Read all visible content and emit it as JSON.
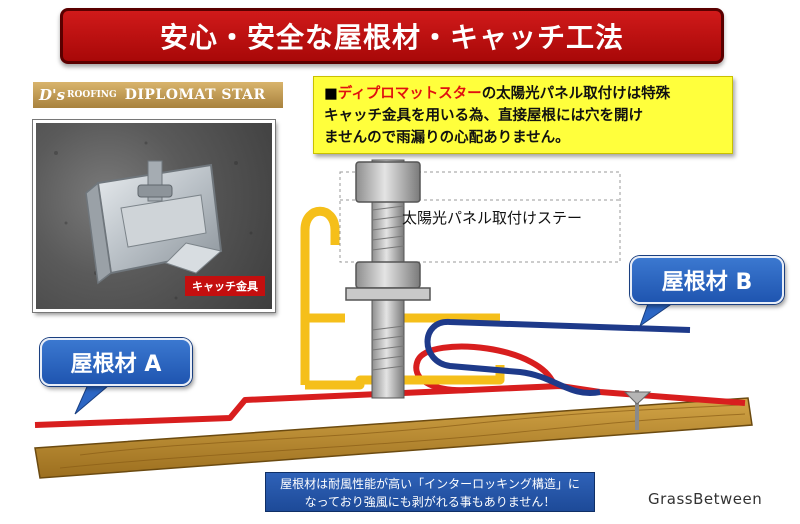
{
  "title": "安心・安全な屋根材・キャッチ工法",
  "brand": {
    "logo_script": "D's",
    "logo_sub": "ROOFING",
    "name": "DIPLOMAT STAR"
  },
  "photo": {
    "label": "キャッチ金具"
  },
  "note": {
    "marker": "■",
    "highlight": "ディプロマットスター",
    "line1_rest": "の太陽光パネル取付けは特殊",
    "line2": "キャッチ金具を用いる為、直接屋根には穴を開け",
    "line3": "ませんので雨漏りの心配ありません。"
  },
  "stay_label": "太陽光パネル取付けステー",
  "callout_a": "屋根材 A",
  "callout_b": "屋根材 B",
  "bottom_note": {
    "line1": "屋根材は耐風性能が高い「インターロッキング構造」に",
    "line2": "なっており強風にも剥がれる事もありません！"
  },
  "watermark": "GrassBetween",
  "colors": {
    "title_red": "#c41010",
    "roof_red": "#d81e1e",
    "roof_navy": "#1e3a8a",
    "bracket_yellow": "#f5bf1a",
    "wood_brown": "#b98a2b",
    "callout_blue": "#2c66c4",
    "note_yellow": "#ffff3c"
  }
}
